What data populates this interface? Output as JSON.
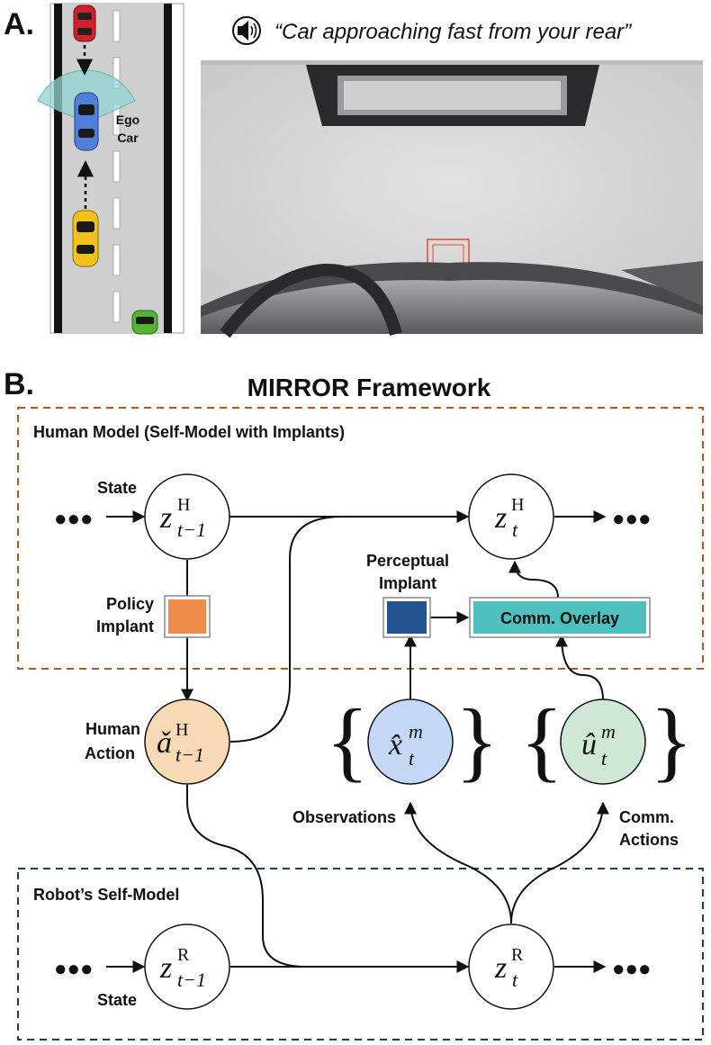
{
  "panel_a": {
    "letter": "A.",
    "ego_label_line1": "Ego",
    "ego_label_line2": "Car",
    "quote_open": "“",
    "quote_text": "Car approaching fast from your rear",
    "quote_close": "”",
    "speaker_icon": "speaker-icon"
  },
  "panel_b": {
    "letter": "B.",
    "title": "MIRROR Framework",
    "human_box_title": "Human Model (Self-Model with Implants)",
    "robot_box_title": "Robot’s Self-Model",
    "state_label_top": "State",
    "state_label_bottom": "State",
    "policy_implant_line1": "Policy",
    "policy_implant_line2": "Implant",
    "perceptual_implant_line1": "Perceptual",
    "perceptual_implant_line2": "Implant",
    "comm_overlay": "Comm. Overlay",
    "human_action_line1": "Human",
    "human_action_line2": "Action",
    "observations": "Observations",
    "comm_actions_line1": "Comm.",
    "comm_actions_line2": "Actions",
    "ellipsis": "●●●",
    "nodes": {
      "z_h_prev": {
        "base": "z",
        "sup": "H",
        "sub": "t−1"
      },
      "z_h_t": {
        "base": "z",
        "sup": "H",
        "sub": "t"
      },
      "a_h_prev": {
        "base": "ǎ",
        "sup": "H",
        "sub": "t−1"
      },
      "x_hat": {
        "base": "x̂",
        "sup": "m",
        "sub": "t"
      },
      "u_hat": {
        "base": "û",
        "sup": "m",
        "sub": "t"
      },
      "z_r_prev": {
        "base": "z",
        "sup": "R",
        "sub": "t−1"
      },
      "z_r_t": {
        "base": "z",
        "sup": "R",
        "sub": "t"
      }
    },
    "colors": {
      "human_box_border": "#b35a1f",
      "robot_box_border": "#1f3b66",
      "policy_implant": "#ef8c4c",
      "perceptual_implant": "#22528f",
      "comm_overlay": "#4ec0bd",
      "action_node": "#f7d9b3",
      "obs_node": "#c4d8f5",
      "comm_node": "#cfe8d6"
    }
  }
}
